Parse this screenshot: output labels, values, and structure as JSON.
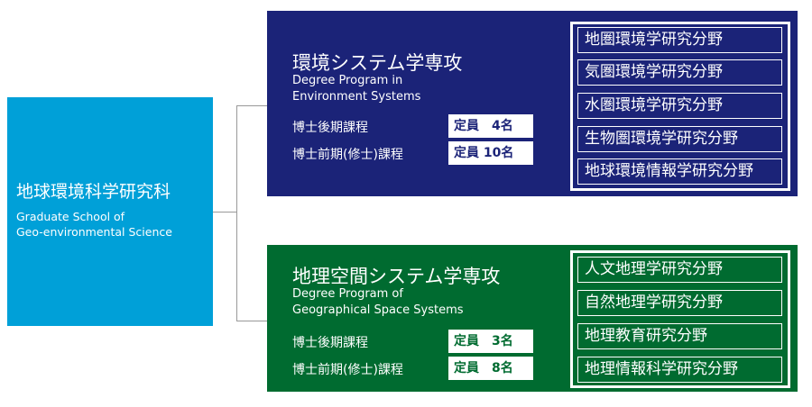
{
  "root": {
    "title_ja": "地球環境科学研究科",
    "title_en_1": "Graduate School of",
    "title_en_2": "Geo-environmental Science",
    "color": "#00a0d8"
  },
  "programs": [
    {
      "title_ja": "環境システム学専攻",
      "title_en_1": "Degree Program in",
      "title_en_2": "Environment Systems",
      "color": "#1b2378",
      "courses": [
        {
          "label": "博士後期課程",
          "capacity": "定員　4名"
        },
        {
          "label": "博士前期(修士)課程",
          "capacity": "定員 10名"
        }
      ],
      "fields": [
        "地圏環境学研究分野",
        "気圏環境学研究分野",
        "水圏環境学研究分野",
        "生物圏環境学研究分野",
        "地球環境情報学研究分野"
      ]
    },
    {
      "title_ja": "地理空間システム学専攻",
      "title_en_1": "Degree Program of",
      "title_en_2": "Geographical Space Systems",
      "color": "#006b30",
      "courses": [
        {
          "label": "博士後期課程",
          "capacity": "定員　3名"
        },
        {
          "label": "博士前期(修士)課程",
          "capacity": "定員　8名"
        }
      ],
      "fields": [
        "人文地理学研究分野",
        "自然地理学研究分野",
        "地理教育研究分野",
        "地理情報科学研究分野"
      ]
    }
  ]
}
